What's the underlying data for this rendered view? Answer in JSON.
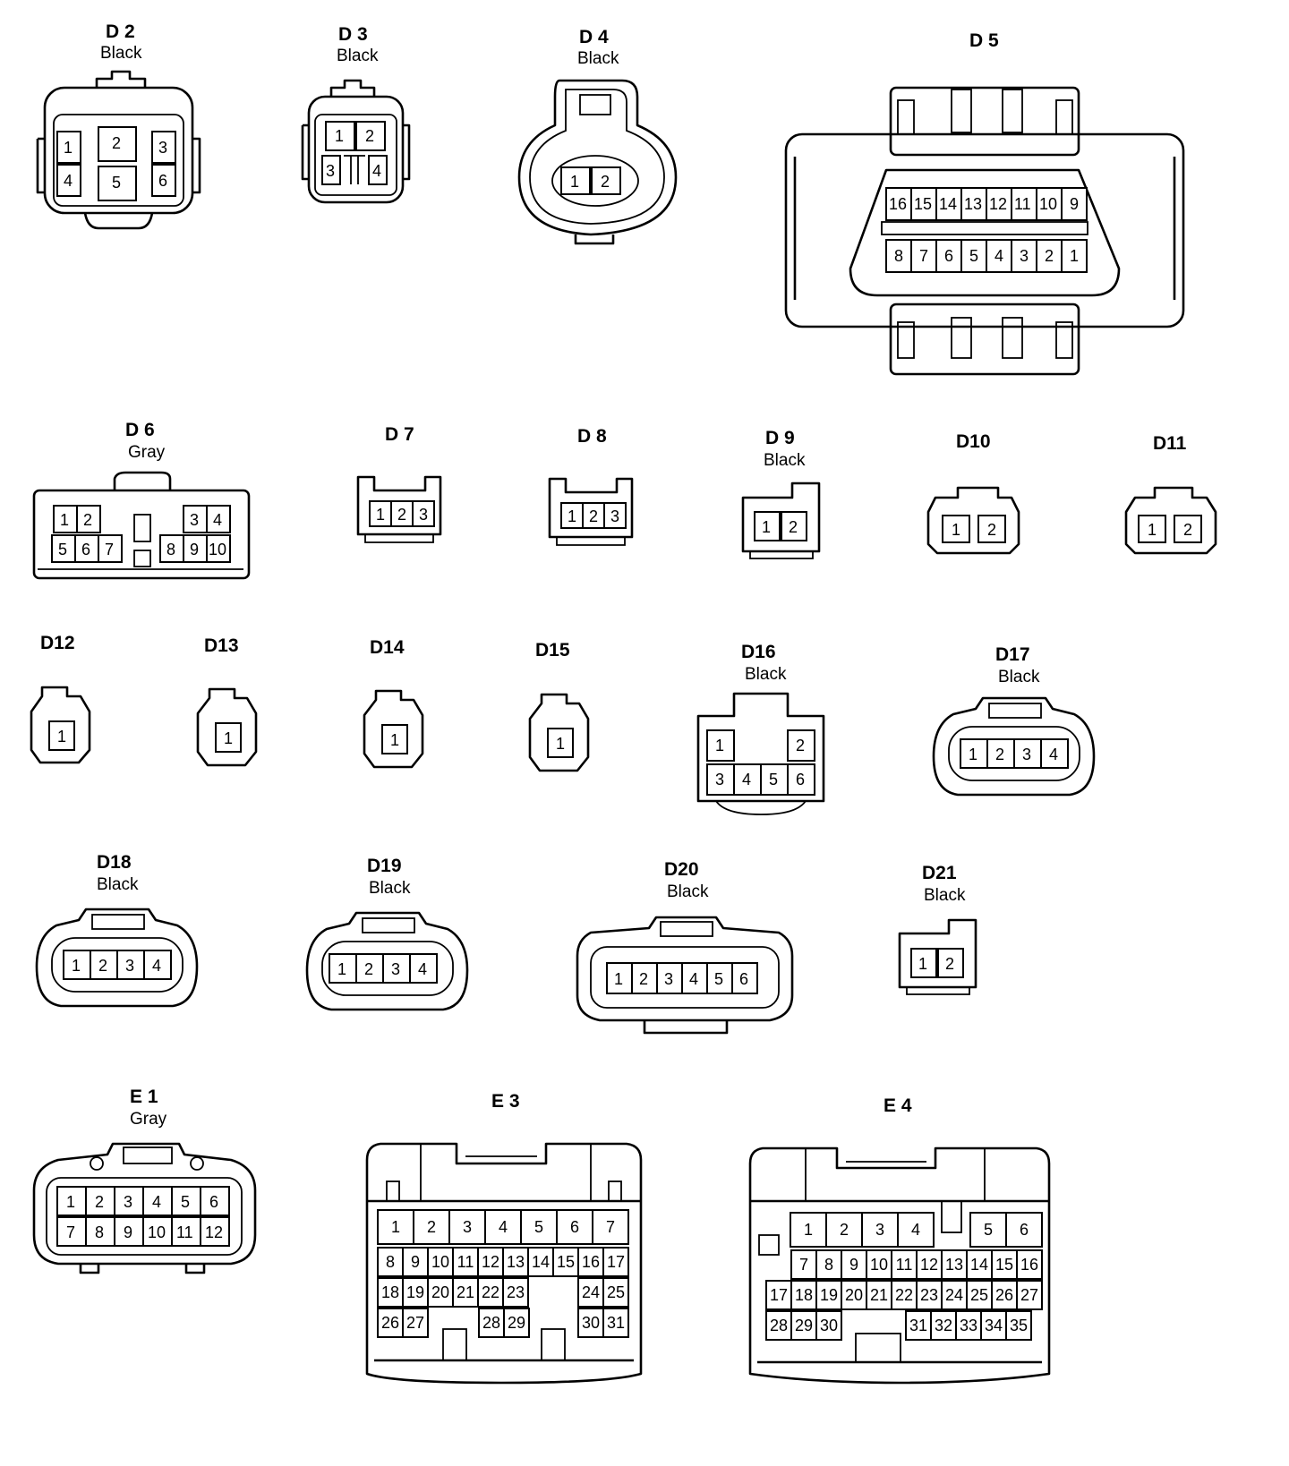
{
  "connectors": [
    {
      "id": "D 2",
      "color": "Black",
      "pins": [
        "1",
        "2",
        "3",
        "4",
        "5",
        "6"
      ]
    },
    {
      "id": "D 3",
      "color": "Black",
      "pins": [
        "1",
        "2",
        "3",
        "4"
      ]
    },
    {
      "id": "D 4",
      "color": "Black",
      "pins": [
        "1",
        "2"
      ]
    },
    {
      "id": "D 5",
      "color": "",
      "pins": [
        "16",
        "15",
        "14",
        "13",
        "12",
        "11",
        "10",
        "9",
        "8",
        "7",
        "6",
        "5",
        "4",
        "3",
        "2",
        "1"
      ]
    },
    {
      "id": "D 6",
      "color": "Gray",
      "pins": [
        "1",
        "2",
        "3",
        "4",
        "5",
        "6",
        "7",
        "8",
        "9",
        "10"
      ]
    },
    {
      "id": "D 7",
      "color": "",
      "pins": [
        "1",
        "2",
        "3"
      ]
    },
    {
      "id": "D 8",
      "color": "",
      "pins": [
        "1",
        "2",
        "3"
      ]
    },
    {
      "id": "D 9",
      "color": "Black",
      "pins": [
        "1",
        "2"
      ]
    },
    {
      "id": "D10",
      "color": "",
      "pins": [
        "1",
        "2"
      ]
    },
    {
      "id": "D11",
      "color": "",
      "pins": [
        "1",
        "2"
      ]
    },
    {
      "id": "D12",
      "color": "",
      "pins": [
        "1"
      ]
    },
    {
      "id": "D13",
      "color": "",
      "pins": [
        "1"
      ]
    },
    {
      "id": "D14",
      "color": "",
      "pins": [
        "1"
      ]
    },
    {
      "id": "D15",
      "color": "",
      "pins": [
        "1"
      ]
    },
    {
      "id": "D16",
      "color": "Black",
      "pins": [
        "1",
        "2",
        "3",
        "4",
        "5",
        "6"
      ]
    },
    {
      "id": "D17",
      "color": "Black",
      "pins": [
        "1",
        "2",
        "3",
        "4"
      ]
    },
    {
      "id": "D18",
      "color": "Black",
      "pins": [
        "1",
        "2",
        "3",
        "4"
      ]
    },
    {
      "id": "D19",
      "color": "Black",
      "pins": [
        "1",
        "2",
        "3",
        "4"
      ]
    },
    {
      "id": "D20",
      "color": "Black",
      "pins": [
        "1",
        "2",
        "3",
        "4",
        "5",
        "6"
      ]
    },
    {
      "id": "D21",
      "color": "Black",
      "pins": [
        "1",
        "2"
      ]
    },
    {
      "id": "E 1",
      "color": "Gray",
      "pins": [
        "1",
        "2",
        "3",
        "4",
        "5",
        "6",
        "7",
        "8",
        "9",
        "10",
        "11",
        "12"
      ]
    },
    {
      "id": "E 3",
      "color": "",
      "pins": [
        "1",
        "2",
        "3",
        "4",
        "5",
        "6",
        "7",
        "8",
        "9",
        "10",
        "11",
        "12",
        "13",
        "14",
        "15",
        "16",
        "17",
        "18",
        "19",
        "20",
        "21",
        "22",
        "23",
        "24",
        "25",
        "26",
        "27",
        "28",
        "29",
        "30",
        "31"
      ]
    },
    {
      "id": "E 4",
      "color": "",
      "pins": [
        "1",
        "2",
        "3",
        "4",
        "5",
        "6",
        "7",
        "8",
        "9",
        "10",
        "11",
        "12",
        "13",
        "14",
        "15",
        "16",
        "17",
        "18",
        "19",
        "20",
        "21",
        "22",
        "23",
        "24",
        "25",
        "26",
        "27",
        "28",
        "29",
        "30",
        "31",
        "32",
        "33",
        "34",
        "35"
      ]
    }
  ]
}
